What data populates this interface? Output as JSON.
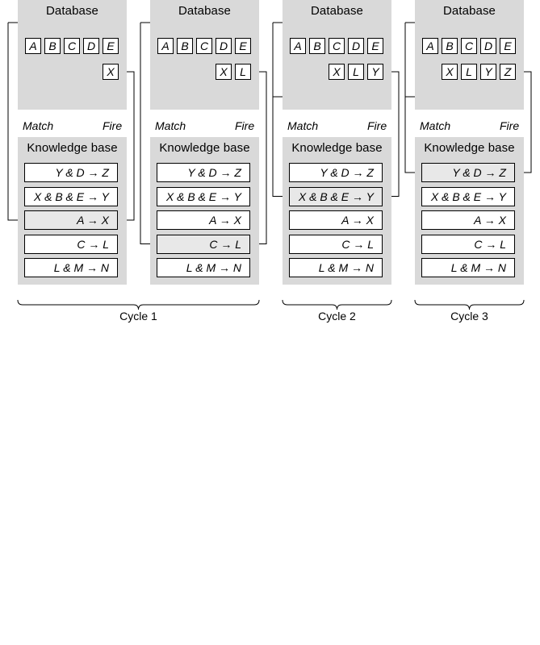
{
  "database_title": "Database",
  "knowledge_base_title": "Knowledge base",
  "match_label": "Match",
  "fire_label": "Fire",
  "rules": [
    "Y & D → Z",
    "X & B & E → Y",
    "A → X",
    "C → L",
    "L & M → N"
  ],
  "panels": [
    {
      "initial_facts": [
        "A",
        "B",
        "C",
        "D",
        "E"
      ],
      "derived_facts": [
        "X"
      ],
      "active_rule": 2,
      "matched_facts": [
        "A"
      ]
    },
    {
      "initial_facts": [
        "A",
        "B",
        "C",
        "D",
        "E"
      ],
      "derived_facts": [
        "X",
        "L"
      ],
      "active_rule": 3,
      "matched_facts": [
        "C"
      ]
    },
    {
      "initial_facts": [
        "A",
        "B",
        "C",
        "D",
        "E"
      ],
      "derived_facts": [
        "X",
        "L",
        "Y"
      ],
      "active_rule": 1,
      "matched_facts": [
        "B",
        "E",
        "X"
      ]
    },
    {
      "initial_facts": [
        "A",
        "B",
        "C",
        "D",
        "E"
      ],
      "derived_facts": [
        "X",
        "L",
        "Y",
        "Z"
      ],
      "active_rule": 0,
      "matched_facts": [
        "D",
        "Y"
      ]
    }
  ],
  "cycles": [
    {
      "label": "Cycle 1",
      "panels": [
        0,
        1
      ]
    },
    {
      "label": "Cycle 2",
      "panels": [
        2
      ]
    },
    {
      "label": "Cycle 3",
      "panels": [
        3
      ]
    }
  ]
}
